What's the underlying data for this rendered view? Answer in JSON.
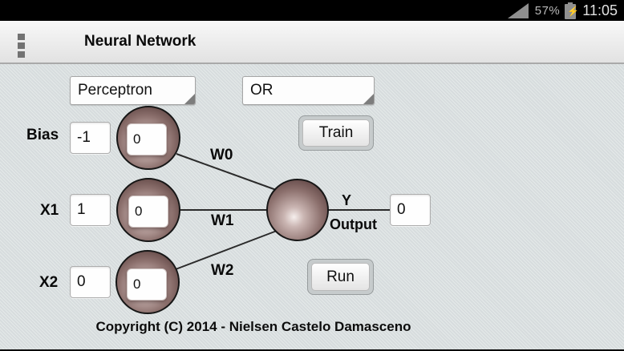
{
  "status_bar": {
    "battery_percent": "57%",
    "time": "11:05",
    "icons": [
      "signal-icon",
      "battery-charging-icon"
    ]
  },
  "action_bar": {
    "title": "Neural Network",
    "menu_icon": "overflow-menu-icon"
  },
  "toolbar": {
    "network_type_selected": "Perceptron",
    "logic_gate_selected": "OR",
    "train_label": "Train",
    "run_label": "Run"
  },
  "network": {
    "inputs": [
      {
        "label": "Bias",
        "value": "-1",
        "weight_value": "0",
        "weight_label": "W0"
      },
      {
        "label": "X1",
        "value": "1",
        "weight_value": "0",
        "weight_label": "W1"
      },
      {
        "label": "X2",
        "value": "0",
        "weight_value": "0",
        "weight_label": "W2"
      }
    ],
    "output": {
      "y_label": "Y",
      "output_label": "Output",
      "value": "0"
    }
  },
  "footer": {
    "copyright": "Copyright (C) 2014 - Nielsen Castelo Damasceno"
  },
  "colors": {
    "content_background": "#dae0e1",
    "neuron_dark": "#513b3a",
    "neuron_light": "#f3ebe9",
    "status_bar": "#000000",
    "action_bar_top": "#f8f8f8",
    "action_bar_bottom": "#e2e2e2"
  }
}
